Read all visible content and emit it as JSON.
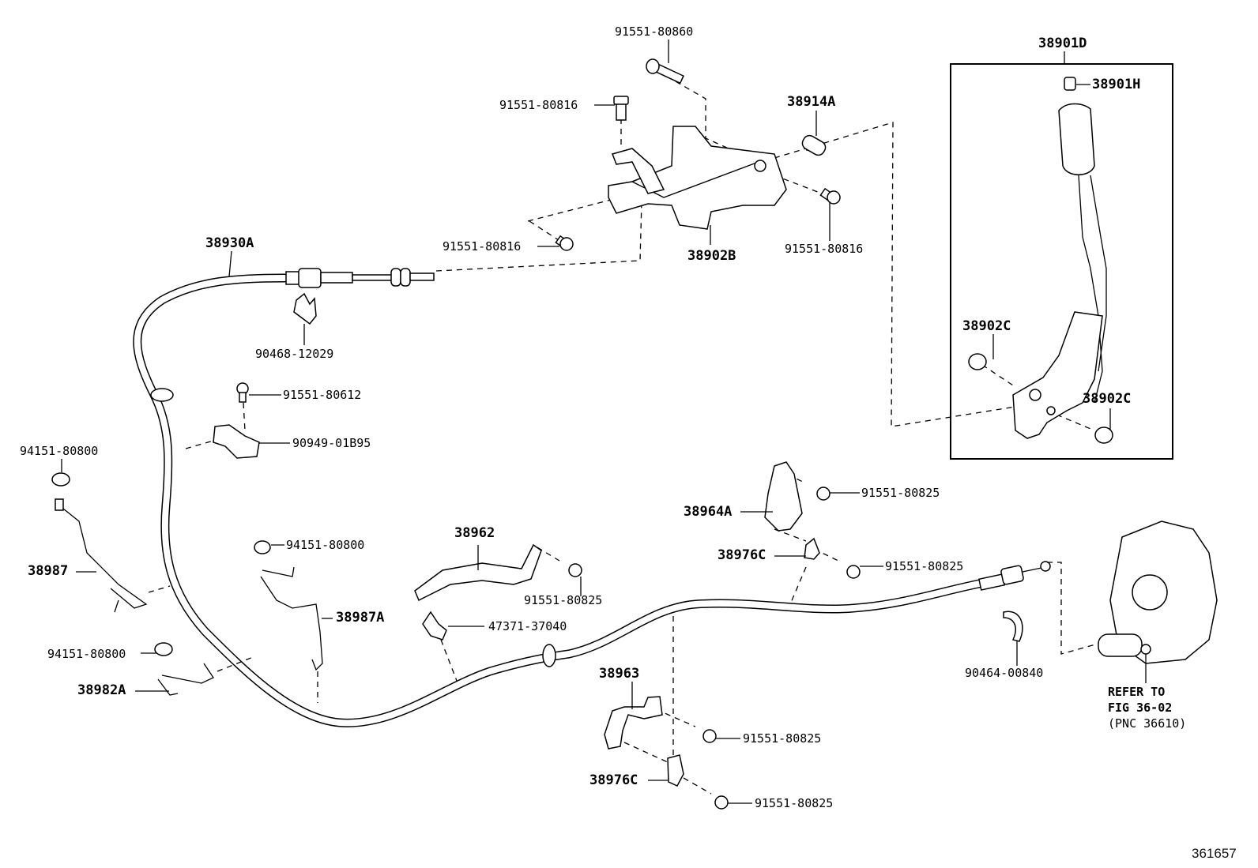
{
  "diagram": {
    "type": "exploded parts diagram",
    "figure_id": "361657",
    "group_label": "38901D",
    "reference_note": [
      "REFER TO",
      "FIG 36-02",
      "(PNC 36610)"
    ],
    "labels": {
      "p91551_80860": "91551-80860",
      "p91551_80816_top": "91551-80816",
      "p38914A": "38914A",
      "p91551_80816_left": "91551-80816",
      "p38902B": "38902B",
      "p91551_80816_right": "91551-80816",
      "p38930A": "38930A",
      "p90468_12029": "90468-12029",
      "p91551_80612": "91551-80612",
      "p90949_01B95": "90949-01B95",
      "p94151_80800_a": "94151-80800",
      "p38987": "38987",
      "p94151_80800_b": "94151-80800",
      "p38982A": "38982A",
      "p94151_80800_c": "94151-80800",
      "p38987A": "38987A",
      "p38962": "38962",
      "p91551_80825_a": "91551-80825",
      "p47371_37040": "47371-37040",
      "p38964A": "38964A",
      "p91551_80825_b": "91551-80825",
      "p38976C_a": "38976C",
      "p91551_80825_c": "91551-80825",
      "p90464_00840": "90464-00840",
      "p38963": "38963",
      "p91551_80825_d": "91551-80825",
      "p38976C_b": "38976C",
      "p91551_80825_e": "91551-80825",
      "p38901D": "38901D",
      "p38901H": "38901H",
      "p38902C_a": "38902C",
      "p38902C_b": "38902C"
    }
  }
}
